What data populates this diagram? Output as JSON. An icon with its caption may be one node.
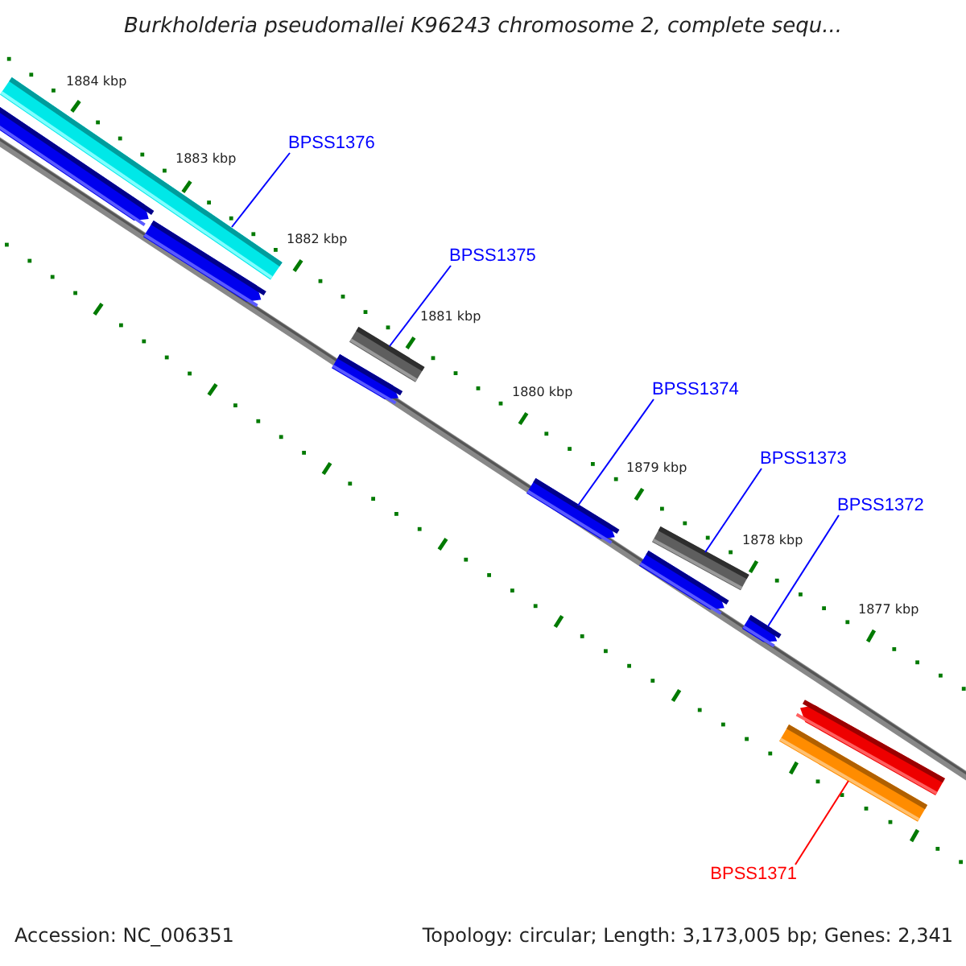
{
  "diagram": {
    "title": "Burkholderia pseudomallei K96243 chromosome 2, complete sequ...",
    "nodes": [
      {
        "text": [],
        "shape": "bar"
      },
      {
        "text": [],
        "shape": "bar"
      },
      {
        "text": [],
        "shape": "bar"
      },
      {
        "text": [],
        "shape": "bar"
      },
      {
        "text": [],
        "shape": "bar"
      },
      {
        "text": [],
        "shape": "bar"
      },
      {
        "text": [],
        "shape": "bar"
      },
      {
        "text": [],
        "shape": "bar"
      },
      {
        "text": [],
        "shape": "bar"
      },
      {
        "text": [],
        "shape": "bar"
      },
      {
        "text": [],
        "shape": "bar"
      },
      {
        "text": [
          "BPSS1376"
        ]
      },
      {
        "text": [
          "BPSS1375"
        ]
      },
      {
        "text": [
          "BPSS1374"
        ]
      },
      {
        "text": [
          "BPSS1373"
        ]
      },
      {
        "text": [
          "BPSS1372"
        ]
      },
      {
        "text": [
          "BPSS1371"
        ]
      }
    ],
    "edges": [
      {
        "from": 11,
        "to": 0,
        "arrow": "none"
      },
      {
        "from": 12,
        "to": 3,
        "arrow": "none"
      },
      {
        "from": 13,
        "to": 5,
        "arrow": "none"
      },
      {
        "from": 14,
        "to": 6,
        "arrow": "none"
      },
      {
        "from": 15,
        "to": 8,
        "arrow": "none"
      },
      {
        "from": 16,
        "to": 10,
        "arrow": "none",
        "color": "#ff0000"
      }
    ],
    "labels": [
      "1884 kbp",
      "1883 kbp",
      "1882 kbp",
      "1881 kbp",
      "1880 kbp",
      "1879 kbp",
      "1878 kbp",
      "1877 kbp",
      "Accession: NC_006351",
      "Topology: circular; Length: 3,173,005 bp; Genes: 2,341"
    ]
  }
}
